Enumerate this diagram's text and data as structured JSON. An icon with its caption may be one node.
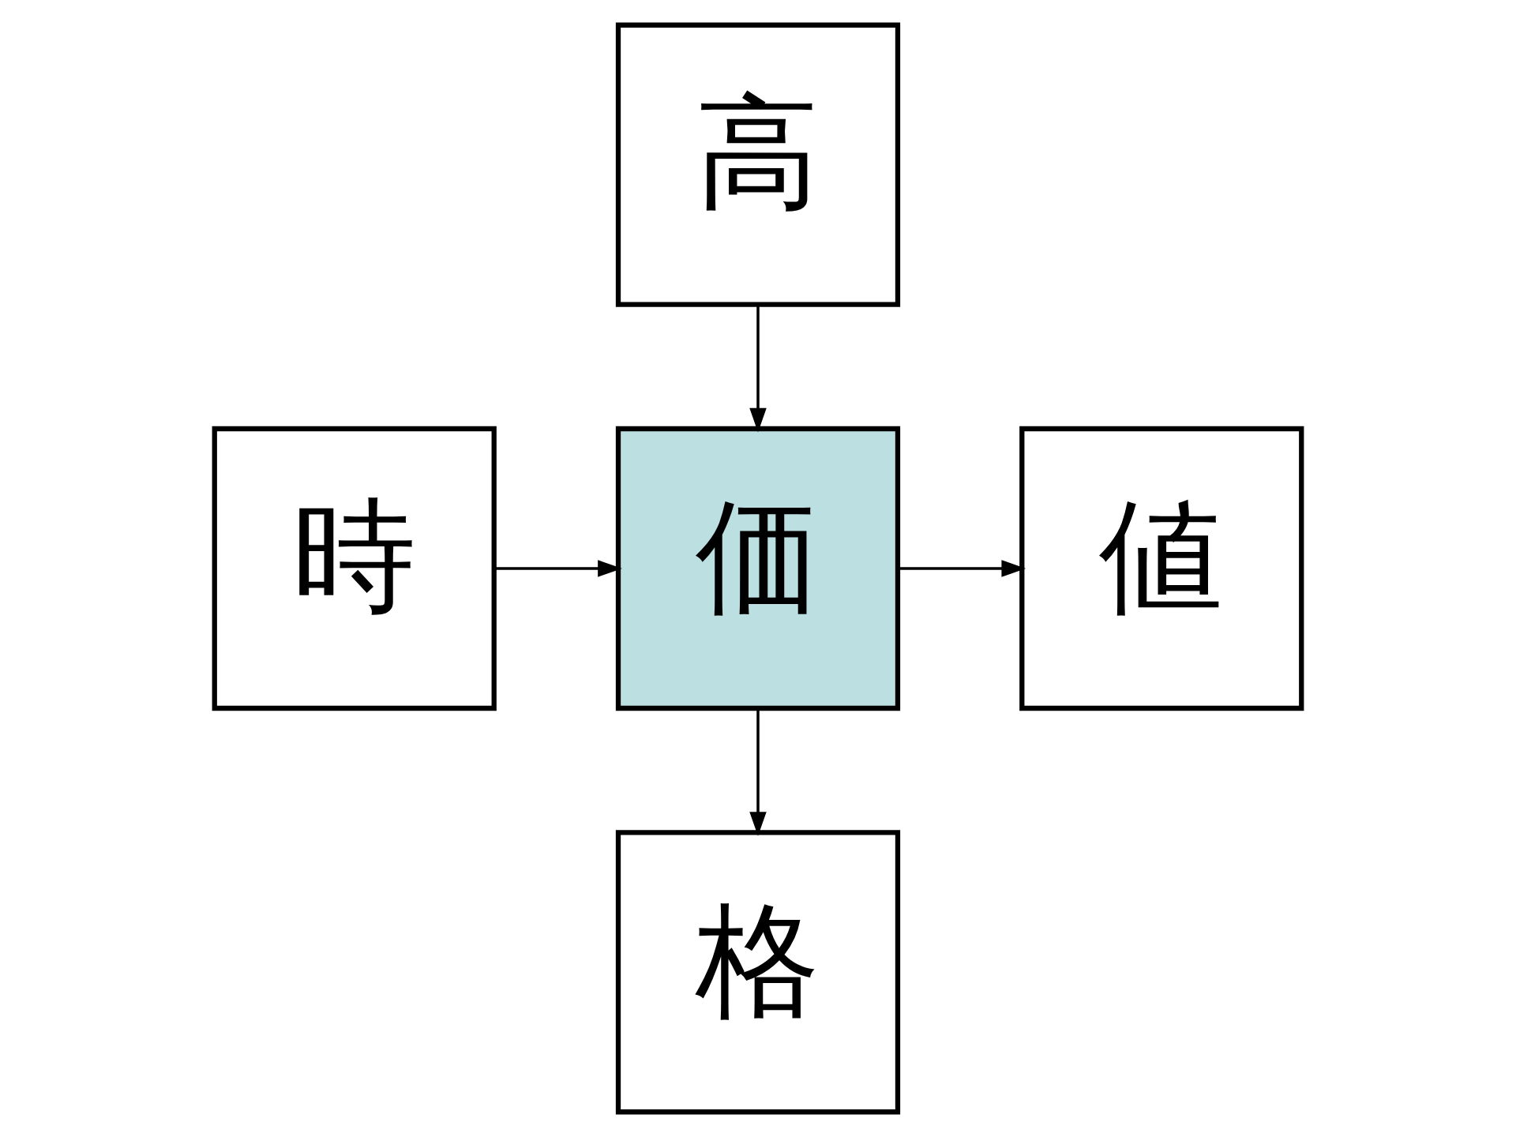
{
  "diagram": {
    "nodes": [
      {
        "text": [
          "高"
        ]
      },
      {
        "text": [
          "時"
        ]
      },
      {
        "text": [
          "価"
        ]
      },
      {
        "text": [
          "値"
        ]
      },
      {
        "text": [
          "格"
        ]
      }
    ],
    "edges": [
      {
        "from": 0,
        "to": 2,
        "arrow": "to"
      },
      {
        "from": 1,
        "to": 2,
        "arrow": "to"
      },
      {
        "from": 2,
        "to": 3,
        "arrow": "to"
      },
      {
        "from": 2,
        "to": 4,
        "arrow": "to"
      }
    ]
  }
}
